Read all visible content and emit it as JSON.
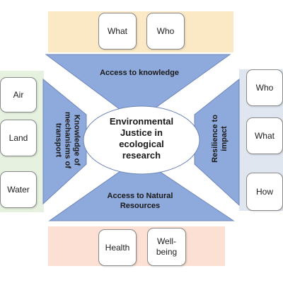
{
  "center": {
    "lines": [
      "Environmental",
      "Justice in",
      "ecological",
      "research"
    ]
  },
  "segments": {
    "top": {
      "lines": [
        "Access to knowledge"
      ]
    },
    "bottom": {
      "lines": [
        "Access to Natural",
        "Resources"
      ]
    },
    "left": {
      "lines": [
        "Knowledge of",
        "mechanisms of",
        "transport"
      ]
    },
    "right": {
      "lines": [
        "Resilience to",
        "impact"
      ]
    }
  },
  "top_boxes": [
    {
      "label": "What"
    },
    {
      "label": "Who"
    }
  ],
  "left_boxes": [
    {
      "label": "Air"
    },
    {
      "label": "Land"
    },
    {
      "label": "Water"
    }
  ],
  "right_boxes": [
    {
      "label": "Who"
    },
    {
      "label": "What"
    },
    {
      "label": "How"
    }
  ],
  "bottom_boxes": [
    {
      "label": "Health"
    },
    {
      "label": "Well-\nbeing"
    }
  ],
  "colors": {
    "segment_fill": "#8ea9db",
    "segment_stroke": "#6f86b8",
    "top_band": "#fbe9c6",
    "left_band": "#e6f1df",
    "right_band": "#dfe6f0",
    "bottom_band": "#fbe0d3",
    "box_border": "#8a8a8a"
  }
}
